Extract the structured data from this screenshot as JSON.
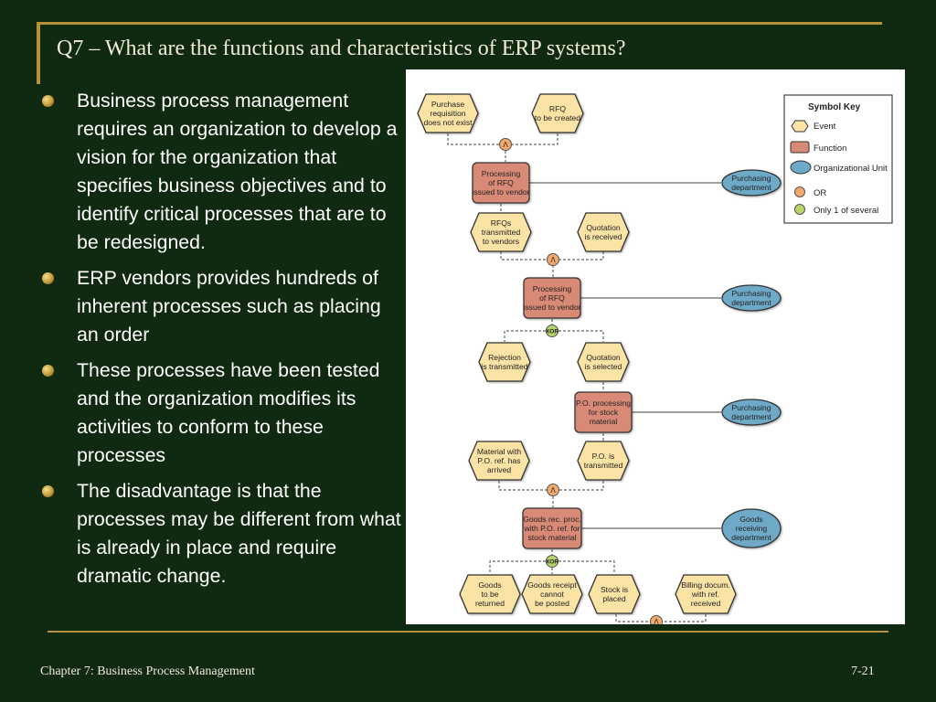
{
  "slide": {
    "title": "Q7 – What are the functions and characteristics of ERP systems?",
    "footer_left": "Chapter 7: Business Process Management",
    "footer_right": "7-21"
  },
  "bullets": [
    "Business process management requires an organization to develop a vision for the organization that specifies business objectives and to identify critical processes that are to be redesigned.",
    "ERP vendors provides hundreds of inherent processes such as placing an order",
    "These processes have been tested and the organization modifies its activities to conform to these processes",
    "The disadvantage is that the processes may be different from what is already in place and require dramatic change."
  ],
  "diagram": {
    "symbol_key": {
      "title": "Symbol Key",
      "event": "Event",
      "function": "Function",
      "org_unit": "Organizational Unit",
      "or": "OR",
      "xor": "Only 1 of several"
    },
    "colors": {
      "event": "#fbe3a6",
      "function": "#d98a76",
      "org_unit": "#6fa9c8",
      "and_op": "#f2a96c",
      "xor_op": "#b7d56a"
    },
    "operator_labels": {
      "and": "Λ",
      "xor": "XOR"
    },
    "events": [
      {
        "id": "e1",
        "lines": [
          "Purchase",
          "requisition",
          "does not exist"
        ]
      },
      {
        "id": "e2",
        "lines": [
          "RFQ",
          "to be created"
        ]
      },
      {
        "id": "e3",
        "lines": [
          "RFQs",
          "transmitted",
          "to vendors"
        ]
      },
      {
        "id": "e4",
        "lines": [
          "Quotation",
          "is received"
        ]
      },
      {
        "id": "e5",
        "lines": [
          "Rejection",
          "is transmitted"
        ]
      },
      {
        "id": "e6",
        "lines": [
          "Quotation",
          "is selected"
        ]
      },
      {
        "id": "e7",
        "lines": [
          "Material with",
          "P.O. ref. has",
          "arrived"
        ]
      },
      {
        "id": "e8",
        "lines": [
          "P.O. is",
          "transmitted"
        ]
      },
      {
        "id": "e9",
        "lines": [
          "Goods",
          "to be",
          "returned"
        ]
      },
      {
        "id": "e10",
        "lines": [
          "Goods receipt",
          "cannot",
          "be posted"
        ]
      },
      {
        "id": "e11",
        "lines": [
          "Stock is",
          "placed"
        ]
      },
      {
        "id": "e12",
        "lines": [
          "Billing docum.",
          "with ref.",
          "received"
        ]
      }
    ],
    "functions": [
      {
        "id": "f1",
        "lines": [
          "Processing",
          "of RFQ",
          "issued to vendor"
        ]
      },
      {
        "id": "f2",
        "lines": [
          "Processing",
          "of RFQ",
          "issued to vendor"
        ]
      },
      {
        "id": "f3",
        "lines": [
          "P.O. processing",
          "for stock",
          "material"
        ]
      },
      {
        "id": "f4",
        "lines": [
          "Goods rec. proc.",
          "with P.O. ref. for",
          "stock material"
        ]
      }
    ],
    "org_units": [
      {
        "id": "o1",
        "lines": [
          "Purchasing",
          "department"
        ]
      },
      {
        "id": "o2",
        "lines": [
          "Purchasing",
          "department"
        ]
      },
      {
        "id": "o3",
        "lines": [
          "Purchasing",
          "department"
        ]
      },
      {
        "id": "o4",
        "lines": [
          "Goods",
          "receiving",
          "department"
        ]
      }
    ]
  }
}
